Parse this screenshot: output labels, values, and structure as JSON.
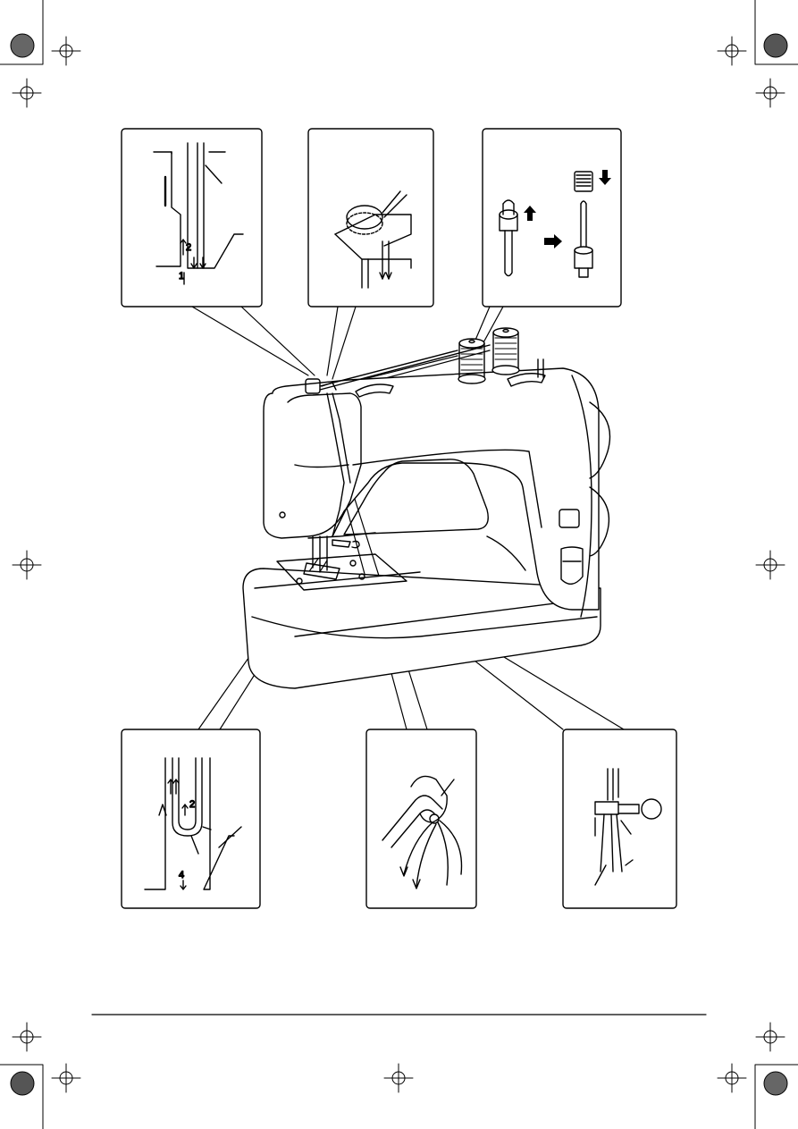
{
  "detail_labels": {
    "upper_left": {
      "step_1": "1",
      "step_2": "2"
    },
    "lower_left": {
      "step_2": "2",
      "step_4": "4"
    }
  },
  "colors": {
    "ink": "#000000",
    "paper": "#ffffff"
  }
}
